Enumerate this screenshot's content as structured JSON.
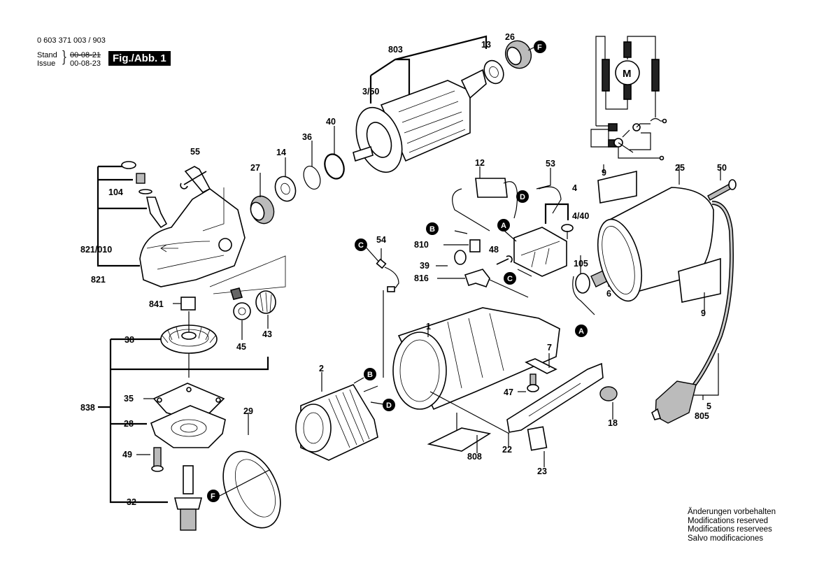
{
  "header": {
    "part_number": "0 603 371 003 / 903",
    "stand_label": "Stand",
    "issue_label": "Issue",
    "date_old": "00-08-21",
    "date_new": "00-08-23",
    "figure_label": "Fig./Abb. 1"
  },
  "notes": [
    "Änderungen vorbehalten",
    "Modifications reserved",
    "Modifications reservees",
    "Salvo modificaciones"
  ],
  "wiring_diagram": {
    "motor_symbol": "M"
  },
  "markers": [
    "A",
    "B",
    "C",
    "D",
    "F"
  ],
  "part_labels": {
    "p803": "803",
    "p13": "13",
    "p26": "26",
    "p3_50": "3/50",
    "p40": "40",
    "p36": "36",
    "p14": "14",
    "p27": "27",
    "p55": "55",
    "p104": "104",
    "p821_010": "821/010",
    "p821": "821",
    "p12": "12",
    "p53": "53",
    "p4": "4",
    "p4_40": "4/40",
    "p9a": "9",
    "p9b": "9",
    "p25": "25",
    "p50": "50",
    "p54": "54",
    "p810": "810",
    "p48": "48",
    "p39": "39",
    "p816": "816",
    "p105": "105",
    "p6": "6",
    "p841": "841",
    "p45": "45",
    "p43": "43",
    "p38": "38",
    "p1": "1",
    "p7": "7",
    "p2": "2",
    "p838": "838",
    "p35": "35",
    "p28": "28",
    "p29": "29",
    "p47": "47",
    "p18": "18",
    "p5": "5",
    "p805": "805",
    "p49": "49",
    "p22": "22",
    "p808": "808",
    "p23": "23",
    "p32": "32"
  }
}
